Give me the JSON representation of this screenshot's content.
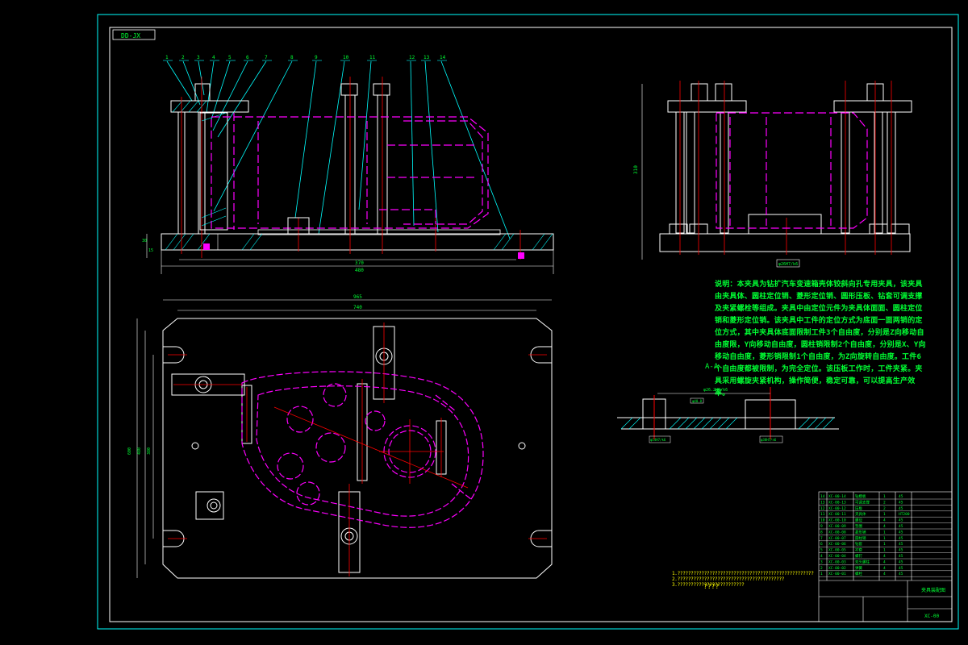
{
  "drawing": {
    "code_tag": "DD-JX",
    "section_label": "A-A",
    "notes_text": "说明：本夹具为钻扩汽车变速箱壳体铰斜向孔专用夹具，该夹具由夹具体、圆柱定位销、菱形定位销、圆形压板、钻套可调支撑及夹紧螺栓等组成。夹具中由定位元件为夹具体面面、圆柱定位销和菱形定位销。该夹具中工件的定位方式为底面一面两销的定位方式，其中夹具体底面限制工件3个自由度，分别是Z向移动自由度限，Y向移动自由度，圆柱销限制2个自由度，分别是X、Y向移动自由度，菱形销限制1个自由度，为Z向旋转自由度。工件6个自由度都被限制，为完全定位。该压板工作时，工件夹紧。夹具采用螺旋夹紧机构，操作简便，稳定可靠，可以提高生产效率。",
    "tech_req_title": "????",
    "tech_req_lines": [
      "1.???????????????????????????????????????????????????",
      "2.????????????????????????????????????????",
      "3.?????????????????????????"
    ],
    "dims": {
      "front_total": "480",
      "front_inner": "370",
      "plan_width": "965",
      "plan_inner": "740",
      "plan_h1": "600",
      "plan_h2": "480",
      "plan_h3": "380",
      "side_height": "310",
      "side_tol": "φ26H7/k6",
      "front_h1": "30",
      "front_h2": "15",
      "sec_dim_top": "φ26.2H7/k6",
      "sec_dim_mid": "φ40.8",
      "sec_dim_left": "φ14H7/k6",
      "sec_dim_right": "φ38H7/n6"
    },
    "balloons": [
      "1",
      "2",
      "3",
      "4",
      "5",
      "6",
      "7",
      "8",
      "9",
      "10",
      "11",
      "12",
      "13",
      "14"
    ]
  },
  "title_block": {
    "drawing_number": "XC-00",
    "name": "夹具装配图",
    "bom_rows": [
      {
        "no": "14",
        "code": "XC-00-14",
        "name": "钻模板",
        "qty": "1",
        "mat": "45"
      },
      {
        "no": "13",
        "code": "XC-00-13",
        "name": "可调支撑",
        "qty": "2",
        "mat": "45"
      },
      {
        "no": "12",
        "code": "XC-00-12",
        "name": "压板",
        "qty": "2",
        "mat": "45"
      },
      {
        "no": "11",
        "code": "XC-00-11",
        "name": "夹具体",
        "qty": "1",
        "mat": "HT200"
      },
      {
        "no": "10",
        "code": "XC-00-10",
        "name": "螺母",
        "qty": "4",
        "mat": "45"
      },
      {
        "no": "9",
        "code": "XC-00-09",
        "name": "垫圈",
        "qty": "4",
        "mat": "45"
      },
      {
        "no": "8",
        "code": "XC-00-08",
        "name": "菱形销",
        "qty": "1",
        "mat": "45"
      },
      {
        "no": "7",
        "code": "XC-00-07",
        "name": "圆柱销",
        "qty": "1",
        "mat": "45"
      },
      {
        "no": "6",
        "code": "XC-00-06",
        "name": "钻套",
        "qty": "1",
        "mat": "45"
      },
      {
        "no": "5",
        "code": "XC-00-05",
        "name": "衬套",
        "qty": "1",
        "mat": "45"
      },
      {
        "no": "4",
        "code": "XC-00-04",
        "name": "螺钉",
        "qty": "4",
        "mat": "45"
      },
      {
        "no": "3",
        "code": "XC-00-03",
        "name": "双头螺柱",
        "qty": "4",
        "mat": "45"
      },
      {
        "no": "2",
        "code": "XC-00-02",
        "name": "弹簧",
        "qty": "4",
        "mat": "45"
      },
      {
        "no": "1",
        "code": "XC-00-01",
        "name": "螺栓",
        "qty": "4",
        "mat": "45"
      }
    ]
  },
  "colors": {
    "background": "#000000",
    "frame": "#00ffff",
    "geometry": "#ffffff",
    "part": "#ff00ff",
    "center": "#ff0000",
    "leader": "#00ffff",
    "text": "#00ff33",
    "hatch": "#00ffff",
    "note_yellow": "#ffff00"
  }
}
